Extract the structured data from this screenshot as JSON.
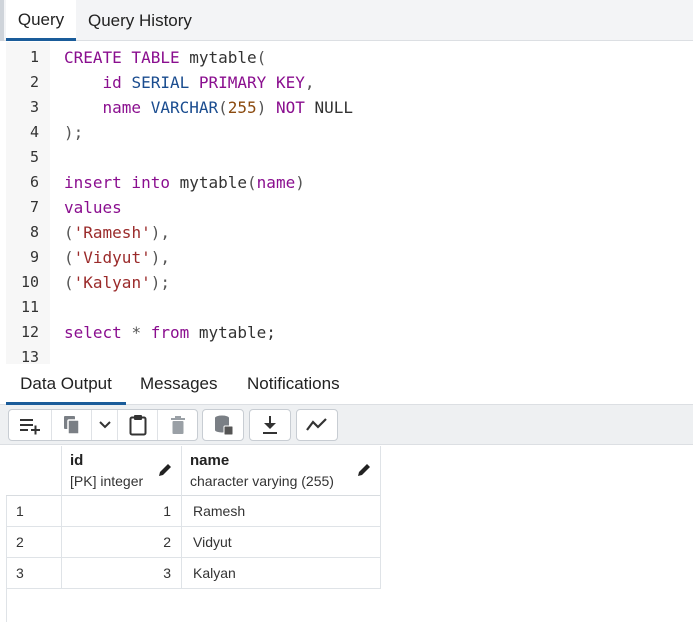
{
  "query_tabs": [
    {
      "label": "Query",
      "active": true
    },
    {
      "label": "Query History",
      "active": false
    }
  ],
  "editor": {
    "line_numbers": [
      "1",
      "2",
      "3",
      "4",
      "5",
      "6",
      "7",
      "8",
      "9",
      "10",
      "11",
      "12",
      "13"
    ],
    "lines": [
      [
        {
          "t": "CREATE TABLE",
          "c": "kw"
        },
        {
          "t": " mytable",
          "c": ""
        },
        {
          "t": "(",
          "c": "op"
        }
      ],
      [
        {
          "t": "    id ",
          "c": "kw"
        },
        {
          "t": "SERIAL ",
          "c": "ty"
        },
        {
          "t": "PRIMARY KEY",
          "c": "kw"
        },
        {
          "t": ",",
          "c": "op"
        }
      ],
      [
        {
          "t": "    name ",
          "c": "kw"
        },
        {
          "t": "VARCHAR",
          "c": "ty"
        },
        {
          "t": "(",
          "c": "op"
        },
        {
          "t": "255",
          "c": "num"
        },
        {
          "t": ") ",
          "c": "op"
        },
        {
          "t": "NOT",
          "c": "kw"
        },
        {
          "t": " NULL",
          "c": ""
        }
      ],
      [
        {
          "t": ");",
          "c": "op"
        }
      ],
      [],
      [
        {
          "t": "insert into",
          "c": "kw"
        },
        {
          "t": " mytable",
          "c": ""
        },
        {
          "t": "(",
          "c": "op"
        },
        {
          "t": "name",
          "c": "kw"
        },
        {
          "t": ")",
          "c": "op"
        }
      ],
      [
        {
          "t": "values",
          "c": "kw"
        }
      ],
      [
        {
          "t": "(",
          "c": "op"
        },
        {
          "t": "'Ramesh'",
          "c": "str"
        },
        {
          "t": "),",
          "c": "op"
        }
      ],
      [
        {
          "t": "(",
          "c": "op"
        },
        {
          "t": "'Vidyut'",
          "c": "str"
        },
        {
          "t": "),",
          "c": "op"
        }
      ],
      [
        {
          "t": "(",
          "c": "op"
        },
        {
          "t": "'Kalyan'",
          "c": "str"
        },
        {
          "t": ");",
          "c": "op"
        }
      ],
      [],
      [
        {
          "t": "select ",
          "c": "kw"
        },
        {
          "t": "* ",
          "c": "op"
        },
        {
          "t": "from",
          "c": "kw"
        },
        {
          "t": " mytable;",
          "c": ""
        }
      ],
      []
    ]
  },
  "output_tabs": [
    {
      "label": "Data Output",
      "active": true
    },
    {
      "label": "Messages",
      "active": false
    },
    {
      "label": "Notifications",
      "active": false
    }
  ],
  "toolbar": {
    "icons": [
      "add-row-icon",
      "copy-icon",
      "dropdown-chevron-icon",
      "paste-icon",
      "delete-icon",
      "save-data-icon",
      "download-icon",
      "graph-visualiser-icon"
    ]
  },
  "grid": {
    "columns": [
      {
        "name": "id",
        "type": "[PK] integer"
      },
      {
        "name": "name",
        "type": "character varying (255)"
      }
    ],
    "rows": [
      {
        "num": "1",
        "id": "1",
        "name": "Ramesh"
      },
      {
        "num": "2",
        "id": "2",
        "name": "Vidyut"
      },
      {
        "num": "3",
        "id": "3",
        "name": "Kalyan"
      }
    ]
  },
  "colors": {
    "accent": "#1a5c9a",
    "keyword": "#8a0e8f",
    "type": "#1a4c8f",
    "string": "#9a2a2a",
    "number": "#8b4a0e"
  }
}
